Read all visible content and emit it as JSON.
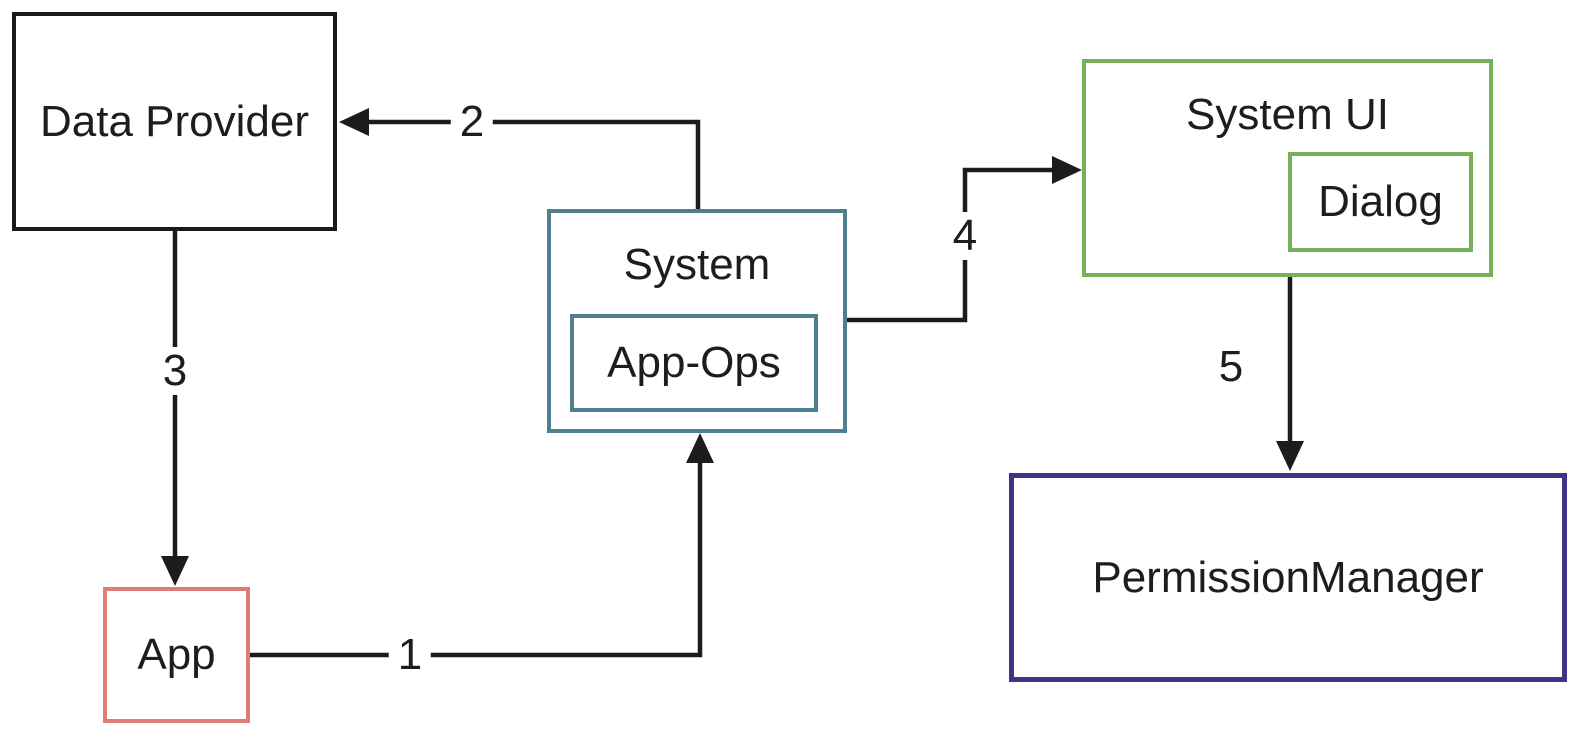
{
  "diagram": {
    "type": "flow-diagram",
    "background": "#ffffff",
    "arrow_color": "#1c1c1c",
    "text_color": "#1d1d1d",
    "nodes": {
      "data_provider": {
        "label": "Data Provider",
        "border_color": "#1a1a1a"
      },
      "system": {
        "label": "System",
        "border_color": "#4d7f8e"
      },
      "app_ops": {
        "label": "App-Ops",
        "border_color": "#4d7f8e",
        "parent": "system"
      },
      "system_ui": {
        "label": "System UI",
        "border_color": "#76b05a"
      },
      "dialog": {
        "label": "Dialog",
        "border_color": "#76b05a",
        "parent": "system_ui"
      },
      "permission_manager": {
        "label": "PermissionManager",
        "border_color": "#3f3486"
      },
      "app": {
        "label": "App",
        "border_color": "#de7d77"
      }
    },
    "edges": [
      {
        "label": "1",
        "from": "app",
        "to": "system"
      },
      {
        "label": "2",
        "from": "system",
        "to": "data_provider"
      },
      {
        "label": "3",
        "from": "data_provider",
        "to": "app"
      },
      {
        "label": "4",
        "from": "system",
        "to": "system_ui"
      },
      {
        "label": "5",
        "from": "system_ui",
        "to": "permission_manager"
      }
    ]
  }
}
